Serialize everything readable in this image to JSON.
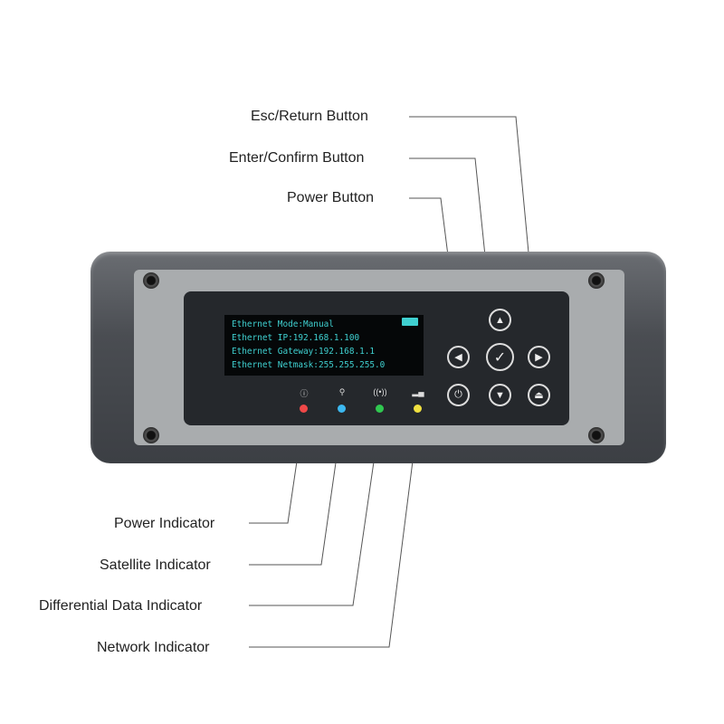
{
  "labels": {
    "esc": "Esc/Return Button",
    "enter": "Enter/Confirm Button",
    "power_button": "Power Button",
    "power_indicator": "Power Indicator",
    "satellite_indicator": "Satellite Indicator",
    "differential_indicator": "Differential Data Indicator",
    "network_indicator": "Network Indicator"
  },
  "screen": {
    "lines": [
      "Ethernet Mode:Manual",
      "Ethernet IP:192.168.1.100",
      "Ethernet Gateway:192.168.1.1",
      "Ethernet Netmask:255.255.255.0"
    ]
  },
  "leds": {
    "power": "#f04848",
    "satellite": "#3cb8f0",
    "differential": "#30c850",
    "network": "#f0e040"
  }
}
